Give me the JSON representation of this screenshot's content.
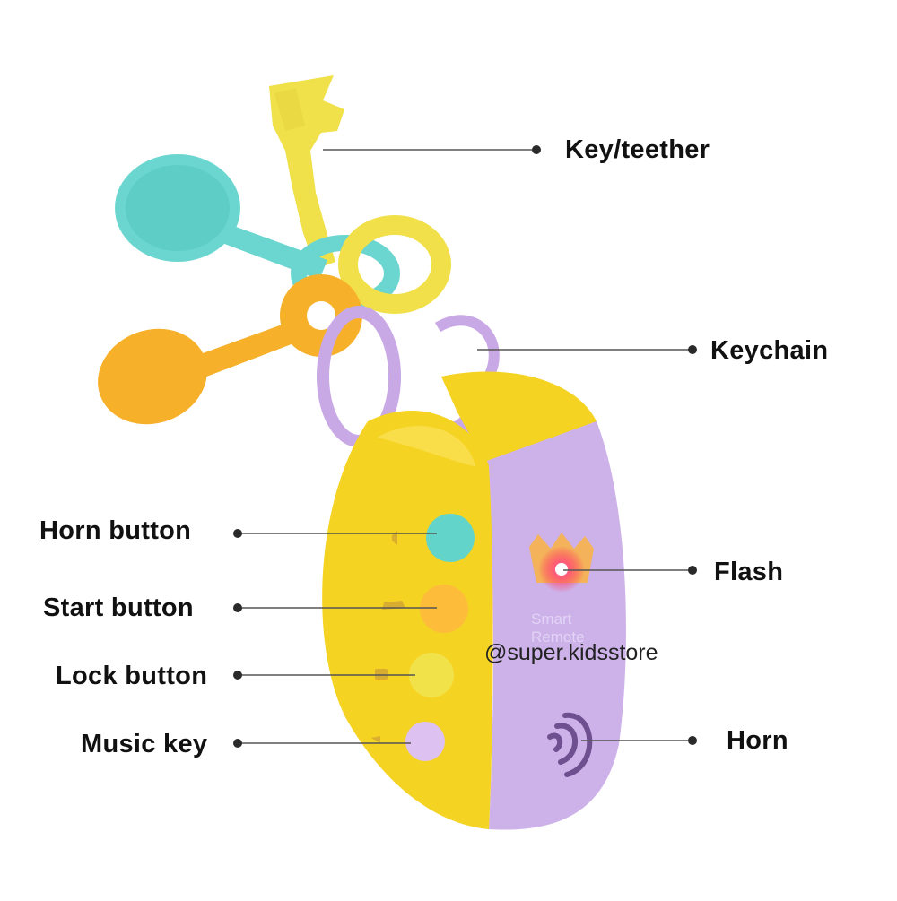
{
  "labels": {
    "key_teether": "Key/teether",
    "keychain": "Keychain",
    "horn_button": "Horn button",
    "flash": "Flash",
    "start_button": "Start button",
    "lock_button": "Lock button",
    "music_key": "Music key",
    "horn": "Horn"
  },
  "watermark": "@super.kidsstore",
  "embossed_text": [
    "Smart",
    "Remote"
  ],
  "colors": {
    "body_yellow": "#f5d323",
    "body_lilac": "#cdb2ea",
    "horn_button": "#63d4c9",
    "start_button": "#fdbd3a",
    "lock_button": "#f1e24a",
    "music_button": "#ddc1f0",
    "teether_yellow": "#f0e04a",
    "teether_teal": "#6ad6cf",
    "teether_orange": "#f7b02a",
    "ring_lilac": "#c9a8e6",
    "flash_red": "#ff2d55"
  }
}
